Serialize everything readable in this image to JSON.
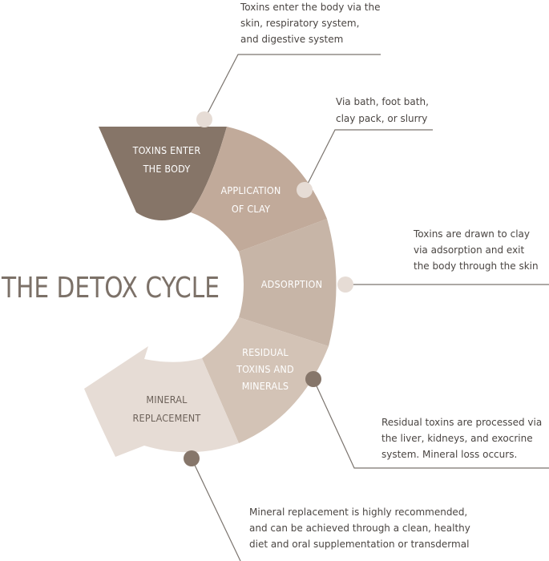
{
  "title": "THE DETOX CYCLE",
  "colors": {
    "background": "#ffffff",
    "title_text": "#7c7168",
    "note_text": "#4a4542",
    "leader_line": "#7b746e",
    "segment_1": "#867568",
    "segment_2": "#c1aa9a",
    "segment_3": "#c7b5a7",
    "segment_4": "#d3c3b6",
    "segment_5": "#e6dcd5",
    "segment_text_light": "#ffffff",
    "segment_text_dark": "#6d625a"
  },
  "stages": [
    {
      "label_lines": [
        "TOXINS ENTER",
        "THE BODY"
      ],
      "note_lines": [
        "Toxins enter the body via the",
        "skin, respiratory system,",
        "and digestive system"
      ],
      "dot_color": "#e6dcd5",
      "icon": "dot-icon"
    },
    {
      "label_lines": [
        "APPLICATION",
        "OF CLAY"
      ],
      "note_lines": [
        "Via bath, foot bath,",
        "clay pack, or slurry"
      ],
      "dot_color": "#e6dcd5",
      "icon": "dot-icon"
    },
    {
      "label_lines": [
        "ADSORPTION"
      ],
      "note_lines": [
        "Toxins are drawn to clay",
        "via adsorption and exit",
        "the body through the skin"
      ],
      "dot_color": "#e6dcd5",
      "icon": "dot-icon"
    },
    {
      "label_lines": [
        "RESIDUAL",
        "TOXINS AND",
        "MINERALS"
      ],
      "note_lines": [
        "Residual toxins are processed via",
        "the liver, kidneys, and exocrine",
        "system. Mineral loss occurs."
      ],
      "dot_color": "#86766a",
      "icon": "dot-icon"
    },
    {
      "label_lines": [
        "MINERAL",
        "REPLACEMENT"
      ],
      "note_lines": [
        "Mineral replacement is highly recommended,",
        "and can be achieved through a clean, healthy",
        "diet and oral supplementation or transdermal"
      ],
      "dot_color": "#86766a",
      "icon": "dot-icon"
    }
  ]
}
